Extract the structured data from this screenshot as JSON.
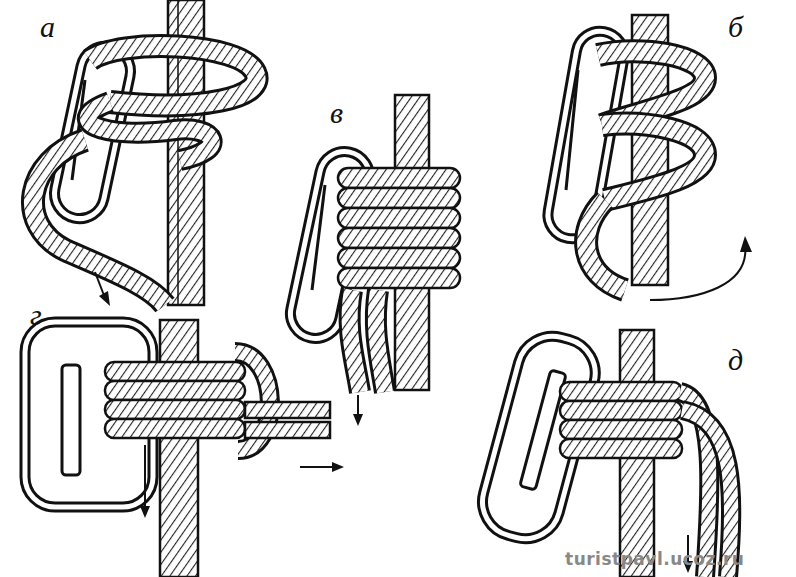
{
  "diagram": {
    "labels": [
      "а",
      "б",
      "в",
      "г",
      "д",
      "turistpavl.ucoz.ru"
    ]
  }
}
